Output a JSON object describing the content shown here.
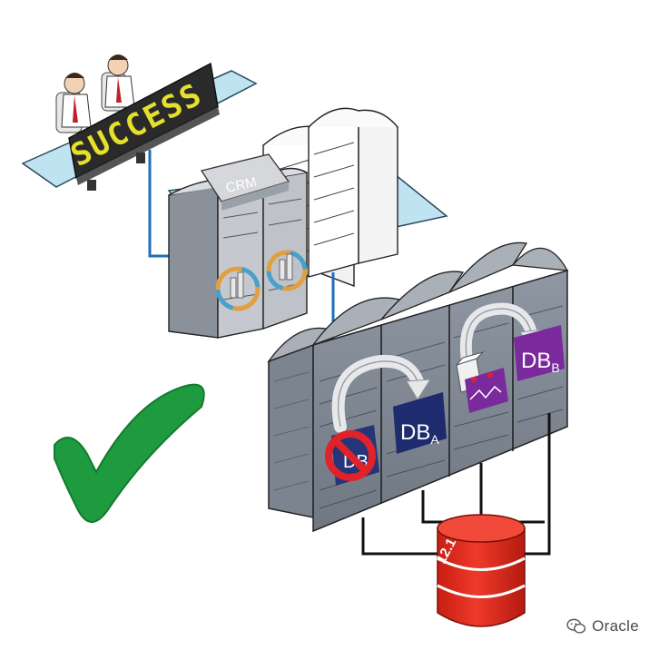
{
  "scoreboard": {
    "text": "SUCCESS"
  },
  "crm_module": {
    "label": "CRM"
  },
  "databases": {
    "blocked": "DB",
    "db_a": {
      "name": "DB",
      "suffix": "A"
    },
    "db_b": {
      "name": "DB",
      "suffix": "B"
    }
  },
  "storage": {
    "version": "12.1"
  },
  "watermark": {
    "text": "Oracle"
  },
  "colors": {
    "platform": "#bfe3f0",
    "link": "#1f6fb5",
    "rack_dark": "#7d8592",
    "rack_light": "#b9bec6",
    "db_a": "#1e2b6e",
    "db_b": "#7a2a9c",
    "prohibit": "#e0222a",
    "check": "#1e9b3e",
    "storage": "#e42b1e"
  }
}
